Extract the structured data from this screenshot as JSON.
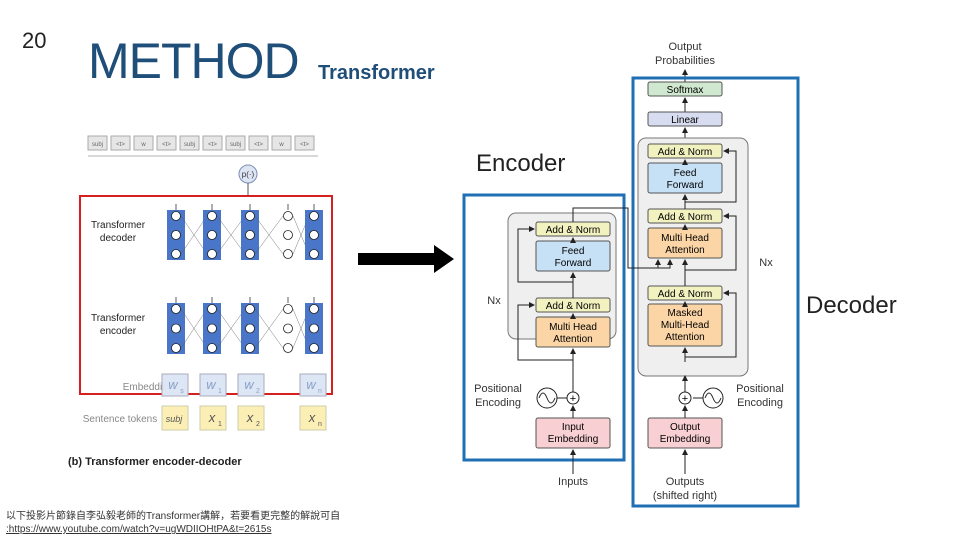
{
  "slide": {
    "number": "20",
    "title": "METHOD",
    "subtitle": "Transformer",
    "encoder_label": "Encoder",
    "decoder_label": "Decoder",
    "footnote_line1": "以下投影片節錄自李弘毅老師的Transformer講解，若要看更完整的解說可自",
    "footnote_line2": ":https://www.youtube.com/watch?v=ugWDIIOHtPA&t=2615s"
  },
  "left_figure": {
    "labels": {
      "decoder": [
        "Transformer",
        "decoder"
      ],
      "encoder": [
        "Transformer",
        "encoder"
      ],
      "embedding": "Embedding",
      "sentence_tokens": "Sentence tokens",
      "prob": "p(·)",
      "caption": "(b) Transformer encoder-decoder"
    },
    "embeddings": [
      "w",
      "w",
      "w",
      "w"
    ],
    "embedding_subs": [
      "s",
      "1",
      "2",
      "n"
    ],
    "tokens": [
      "subj",
      "x",
      "x",
      "x"
    ],
    "token_subs": [
      "",
      "1",
      "2",
      "n"
    ],
    "top_tokens": [
      "subj",
      "<t>",
      "w",
      "<t>",
      "subj",
      "<t>",
      "subj",
      "<t>",
      "w",
      "<t>"
    ]
  },
  "transformer": {
    "output_probabilities": [
      "Output",
      "Probabilities"
    ],
    "softmax": "Softmax",
    "linear": "Linear",
    "add_norm": "Add & Norm",
    "feed_forward": [
      "Feed",
      "Forward"
    ],
    "multi_head": [
      "Multi Head",
      "Attention"
    ],
    "masked_multi_head": [
      "Masked",
      "Multi-Head",
      "Attention"
    ],
    "nx": "Nx",
    "positional_encoding": [
      "Positional",
      "Encoding"
    ],
    "input_embedding": [
      "Input",
      "Embedding"
    ],
    "output_embedding": [
      "Output",
      "Embedding"
    ],
    "inputs": "Inputs",
    "outputs": [
      "Outputs",
      "(shifted right)"
    ]
  },
  "colors": {
    "title": "#1f4e79",
    "red_box": "#d62020",
    "blue_box": "#1f6fb5",
    "ff_fill": "#c6e0f5",
    "attn_fill": "#fbd5a6",
    "addnorm_fill": "#f2f2c0",
    "embed_fill": "#f8d0d4",
    "softmax_fill": "#cfe8cf",
    "linear_fill": "#d8dcf0",
    "node_fill": "#4a76c9"
  }
}
